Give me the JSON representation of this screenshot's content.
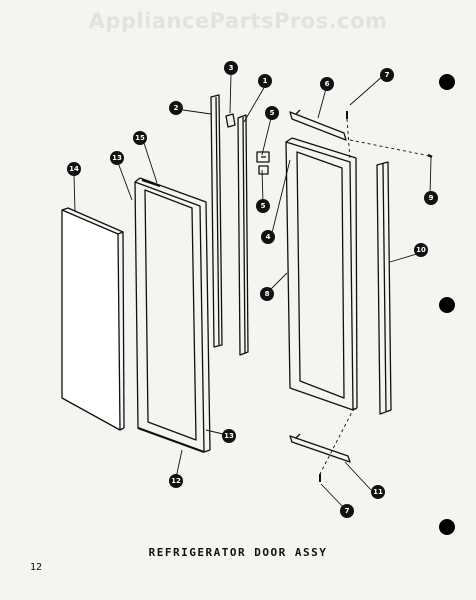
{
  "watermark": "AppliancePartsPros.com",
  "title": "REFRIGERATOR DOOR ASSY",
  "page_number": "12",
  "callouts": [
    "1",
    "2",
    "3",
    "4",
    "5",
    "5",
    "6",
    "7",
    "7",
    "8",
    "9",
    "10",
    "11",
    "12",
    "13",
    "13",
    "14",
    "15"
  ]
}
